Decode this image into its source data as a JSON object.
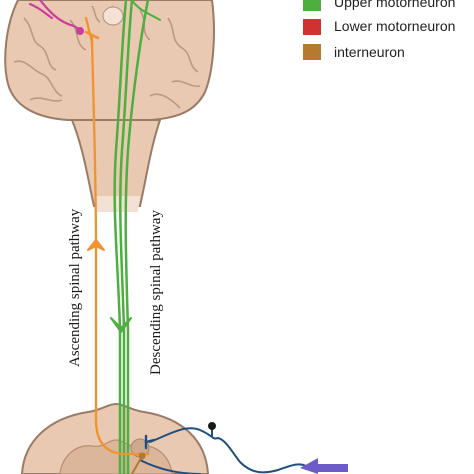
{
  "legend": {
    "items": [
      {
        "label": "Upper motorneuron",
        "color": "#4caf3f"
      },
      {
        "label": "Lower motorneuron",
        "color": "#d03232"
      },
      {
        "label": "interneuron",
        "color": "#b47a2e"
      }
    ]
  },
  "labels": {
    "ascending": "Ascending spinal pathway",
    "descending": "Descending spinal pathway"
  },
  "colors": {
    "brain_fill": "#e9c9b1",
    "brain_outline": "#9a7b66",
    "upper_motorneuron": "#4caf3f",
    "ascending_path": "#f0922e",
    "sensory_neuron": "#cc3d9b",
    "lower_motorneuron": "#1f4f7e",
    "arrow": "#6d5cc7"
  }
}
